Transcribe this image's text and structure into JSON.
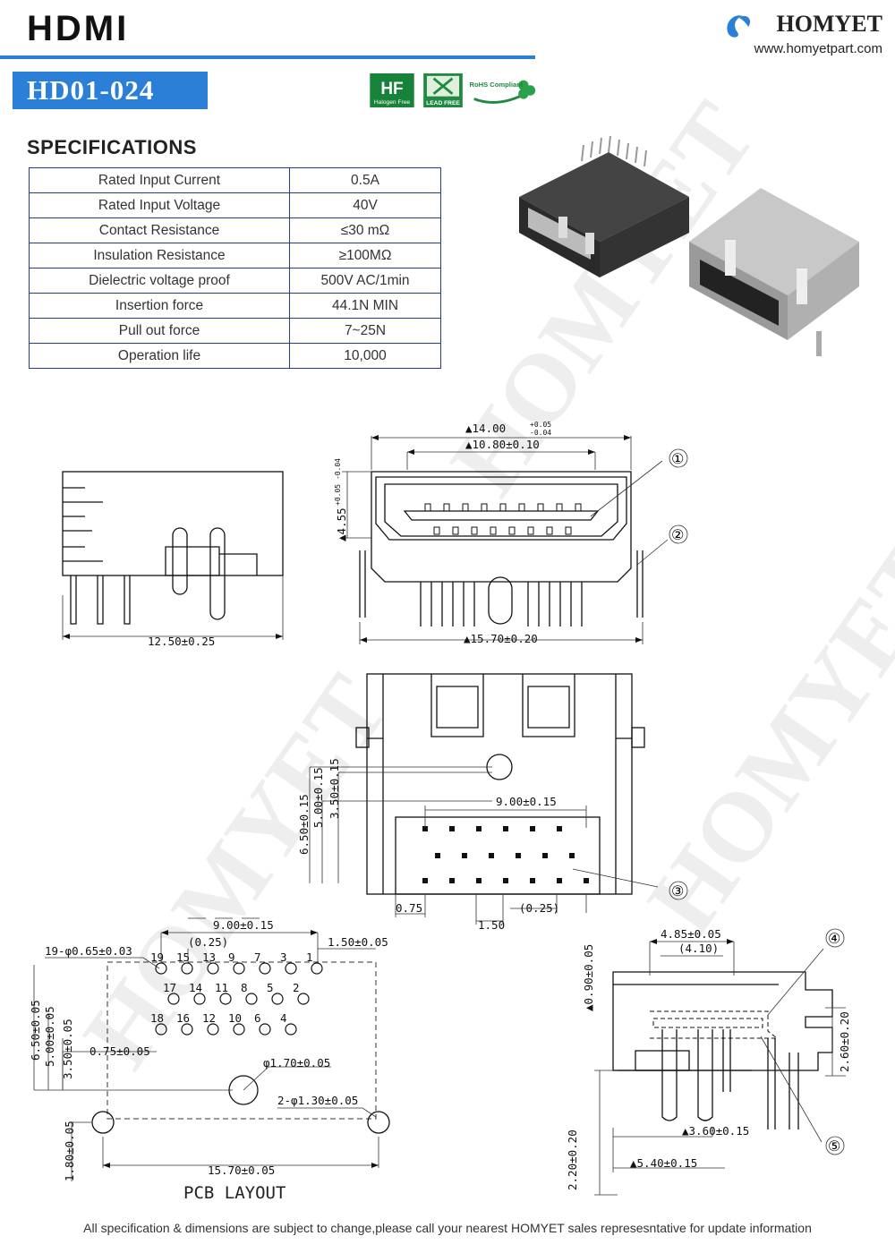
{
  "header": {
    "title": "HDMI",
    "model": "HD01-024",
    "brand_name": "HOMYET",
    "brand_url": "www.homyetpart.com",
    "accent_color": "#2b7fd6",
    "watermark": "HOMYET"
  },
  "badges": [
    {
      "icon": "halogen-free-icon",
      "label": "Halogen Free"
    },
    {
      "icon": "lead-free-icon",
      "label": "LEAD FREE"
    },
    {
      "icon": "rohs-icon",
      "label": "RoHS Compliant"
    }
  ],
  "specifications": {
    "heading": "SPECIFICATIONS",
    "rows": [
      {
        "name": "Rated Input Current",
        "value": "0.5A"
      },
      {
        "name": "Rated Input Voltage",
        "value": "40V"
      },
      {
        "name": "Contact Resistance",
        "value": "≤30  mΩ"
      },
      {
        "name": "Insulation Resistance",
        "value": "≥100MΩ"
      },
      {
        "name": "Dielectric voltage proof",
        "value": "500V AC/1min"
      },
      {
        "name": "Insertion force",
        "value": "44.1N  MIN"
      },
      {
        "name": "Pull out force",
        "value": "7~25N"
      },
      {
        "name": "Operation life",
        "value": "10,000"
      }
    ]
  },
  "drawings": {
    "side": {
      "width": "12.50±0.25"
    },
    "front": {
      "outer": "▲14.00",
      "outer_tol_top": "+0.05",
      "outer_tol_bottom": "-0.04",
      "inner": "▲10.80±0.10",
      "height": "▲4.55",
      "height_tol": "+0.05 -0.04",
      "base": "▲15.70±0.20",
      "callout_1": "①",
      "callout_2": "②"
    },
    "bottom": {
      "h_outer": "6.50±0.15",
      "h_mid": "5.00±0.15",
      "h_inner": "3.50±0.15",
      "pin_span": "9.00±0.15",
      "left_gap": "0.75",
      "pitch": "1.50",
      "offset": "(0.25)",
      "callout_3": "③"
    },
    "pcb": {
      "span": "9.00±0.15",
      "offset": "(0.25)",
      "edge": "1.50±0.05",
      "holes": "19-φ0.65±0.03",
      "v_outer": "6.50±0.05",
      "v_mid": "5.00±0.05",
      "v_inner": "3.50±0.05",
      "left_gap": "0.75±0.05",
      "center_hole": "φ1.70±0.05",
      "mount_holes": "2-φ1.30±0.05",
      "v_mount": "1.80±0.05",
      "width": "15.70±0.05",
      "label": "PCB LAYOUT",
      "row_top": [
        "19",
        "15",
        "13",
        "9",
        "7",
        "3",
        "1"
      ],
      "row_mid": [
        "17",
        "14",
        "11",
        "8",
        "5",
        "2"
      ],
      "row_bot": [
        "18",
        "16",
        "12",
        "10",
        "6",
        "4"
      ]
    },
    "profile": {
      "top_width": "4.85±0.05",
      "top_inner": "(4.10)",
      "top_height": "▲0.90±0.05",
      "right_height": "2.60±0.20",
      "pin_offset": "▲3.60±0.15",
      "base_width": "▲5.40±0.15",
      "left_height": "2.20±0.20",
      "callout_4": "④",
      "callout_5": "⑤"
    }
  },
  "footer": "All specification & dimensions are subject to change,please call your nearest HOMYET sales represesntative for update information"
}
